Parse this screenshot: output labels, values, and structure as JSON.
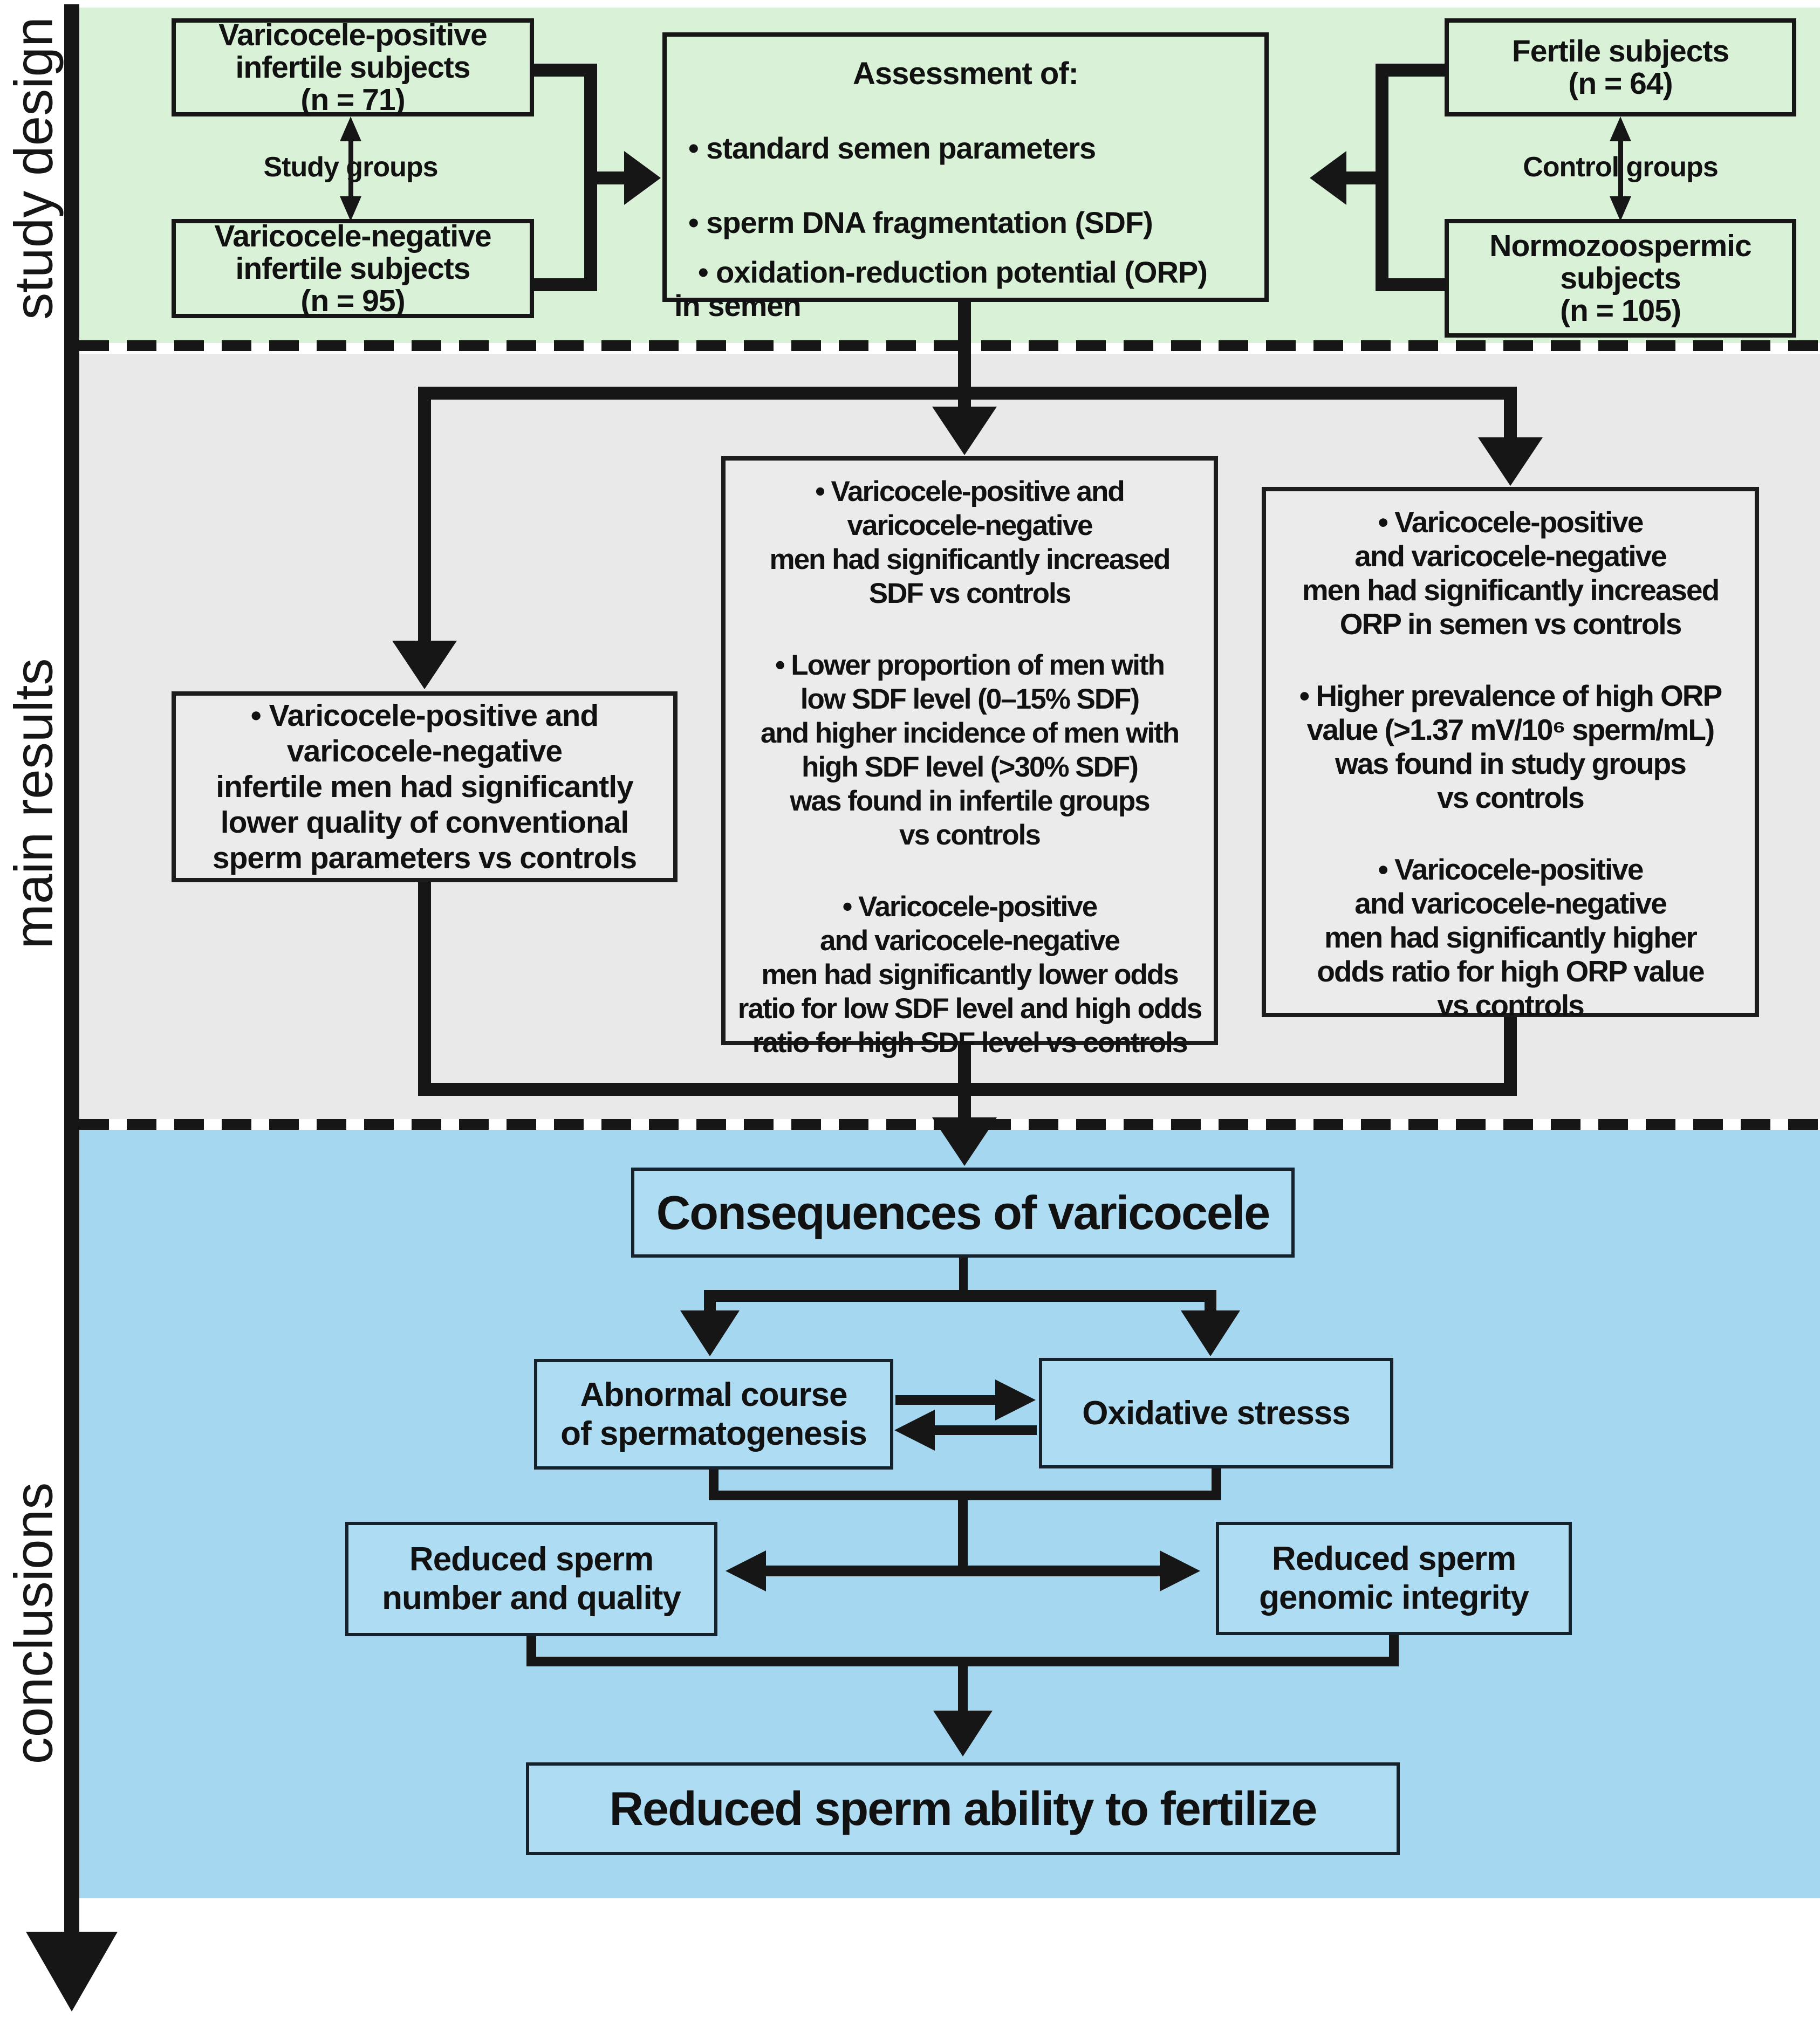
{
  "sidebar": {
    "study_label": "study design",
    "results_label": "main results",
    "conclusions_label": "conclusions"
  },
  "study_design": {
    "positive_box": {
      "lines": [
        "Varicocele-positive",
        "infertile subjects",
        "(n = 71)"
      ]
    },
    "negative_box": {
      "lines": [
        "Varicocele-negative",
        "infertile subjects",
        "(n = 95)"
      ]
    },
    "study_groups_label": "Study groups",
    "assessment": {
      "title": "Assessment of:",
      "bullet1": "• standard semen parameters",
      "bullet2": "• sperm DNA fragmentation (SDF)",
      "bullet3": "• oxidation-reduction potential (ORP)",
      "bullet3_wrap": "in semen"
    },
    "fertile_box": {
      "lines": [
        "Fertile subjects",
        "(n = 64)"
      ]
    },
    "normo_box": {
      "lines": [
        "Normozoospermic",
        "subjects",
        "(n = 105)"
      ]
    },
    "control_groups_label": "Control groups"
  },
  "main_results": {
    "left_box": {
      "lines": [
        "• Varicocele-positive and",
        "varicocele-negative",
        "infertile men had significantly",
        "lower quality of conventional",
        "sperm parameters vs controls"
      ]
    },
    "middle_box": {
      "p1": [
        "• Varicocele-positive and",
        "varicocele-negative",
        "men had significantly increased",
        "SDF vs controls"
      ],
      "p2": [
        "• Lower proportion of men with",
        "low SDF level (0–15% SDF)",
        "and higher incidence of men with",
        "high SDF level (>30% SDF)",
        "was found in infertile groups",
        "vs controls"
      ],
      "p3": [
        "• Varicocele-positive",
        "and varicocele-negative",
        "men had significantly lower odds",
        "ratio for low SDF level and high odds",
        "ratio for high SDF level vs controls"
      ]
    },
    "right_box": {
      "p1": [
        "• Varicocele-positive",
        "and varicocele-negative",
        "men had significantly increased",
        "ORP in semen vs controls"
      ],
      "p2": [
        "• Higher prevalence of high ORP",
        "value (>1.37 mV/10⁶ sperm/mL)",
        "was found in study groups",
        "vs controls"
      ],
      "p3": [
        "• Varicocele-positive",
        "and varicocele-negative",
        "men had significantly higher",
        "odds ratio for high ORP value",
        "vs controls"
      ]
    }
  },
  "conclusions": {
    "consequences_title": "Consequences of varicocele",
    "abnormal_box": {
      "lines": [
        "Abnormal course",
        "of spermatogenesis"
      ]
    },
    "oxidative_box": {
      "lines": [
        "Oxidative stresss"
      ]
    },
    "reduced_left_box": {
      "lines": [
        "Reduced sperm",
        "number and quality"
      ]
    },
    "reduced_right_box": {
      "lines": [
        "Reduced sperm",
        "genomic integrity"
      ]
    },
    "fertilize_title": "Reduced sperm ability to fertilize"
  },
  "colors": {
    "study_band": "#d9f2d7",
    "results_band": "#e9e9e9",
    "conclusions_band": "#a5d8f0",
    "line": "#161616",
    "text": "#111111"
  }
}
